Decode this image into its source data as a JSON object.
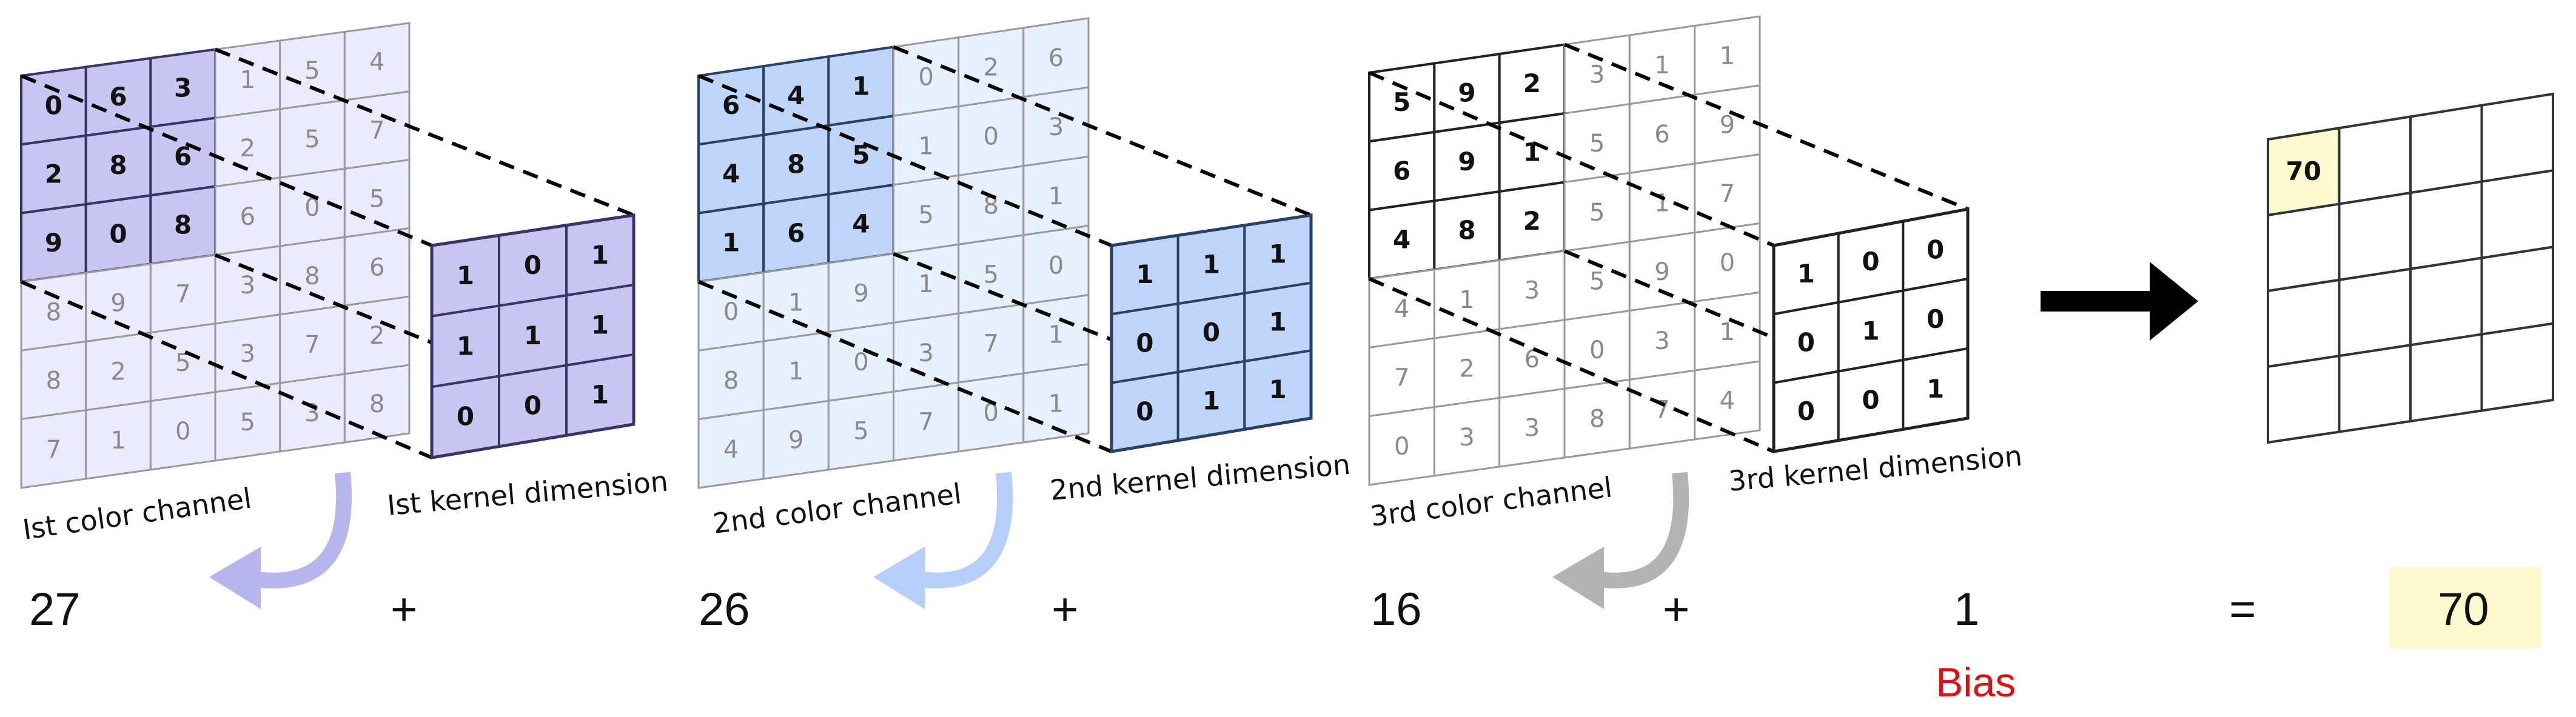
{
  "channels": [
    {
      "label": "Ist color channel",
      "kernel_label": "Ist kernel dimension",
      "grid": [
        [
          0,
          6,
          3,
          1,
          5,
          4
        ],
        [
          2,
          8,
          6,
          2,
          5,
          7
        ],
        [
          9,
          0,
          8,
          6,
          0,
          5
        ],
        [
          8,
          9,
          7,
          3,
          8,
          6
        ],
        [
          8,
          2,
          5,
          3,
          7,
          2
        ],
        [
          7,
          1,
          0,
          5,
          3,
          8
        ]
      ],
      "kernel": [
        [
          1,
          0,
          1
        ],
        [
          1,
          1,
          1
        ],
        [
          0,
          0,
          1
        ]
      ],
      "partial_sum": "27",
      "colors": {
        "fill": "#c9c5f2",
        "fill_light": "#eceaff",
        "stroke": "#3a3466",
        "arrow": "#b7b4ee"
      }
    },
    {
      "label": "2nd color channel",
      "kernel_label": "2nd kernel dimension",
      "grid": [
        [
          6,
          4,
          1,
          0,
          2,
          6
        ],
        [
          4,
          8,
          5,
          1,
          0,
          3
        ],
        [
          1,
          6,
          4,
          5,
          8,
          1
        ],
        [
          0,
          1,
          9,
          1,
          5,
          0
        ],
        [
          8,
          1,
          0,
          3,
          7,
          1
        ],
        [
          4,
          9,
          5,
          7,
          0,
          1
        ]
      ],
      "kernel": [
        [
          1,
          1,
          1
        ],
        [
          0,
          0,
          1
        ],
        [
          0,
          1,
          1
        ]
      ],
      "partial_sum": "26",
      "colors": {
        "fill": "#bfd5fa",
        "fill_light": "#e7f0ff",
        "stroke": "#2c3f66",
        "arrow": "#b7cdfa"
      }
    },
    {
      "label": "3rd color channel",
      "kernel_label": "3rd kernel dimension",
      "grid": [
        [
          5,
          9,
          2,
          3,
          1,
          1
        ],
        [
          6,
          9,
          1,
          5,
          6,
          9
        ],
        [
          4,
          8,
          2,
          5,
          1,
          7
        ],
        [
          4,
          1,
          3,
          5,
          9,
          0
        ],
        [
          7,
          2,
          6,
          0,
          3,
          1
        ],
        [
          0,
          3,
          3,
          8,
          7,
          4
        ]
      ],
      "kernel": [
        [
          1,
          0,
          0
        ],
        [
          0,
          1,
          0
        ],
        [
          0,
          0,
          1
        ]
      ],
      "partial_sum": "16",
      "colors": {
        "fill": "#ffffff",
        "fill_light": "#ffffff",
        "stroke": "#222222",
        "arrow": "#b3b3b3"
      }
    }
  ],
  "operators": {
    "plus": "+",
    "equals": "="
  },
  "bias": {
    "value": "1",
    "label": "Bias"
  },
  "output": {
    "first_cell": "70",
    "size": 4,
    "result": "70",
    "highlight": "#fdfad0"
  }
}
